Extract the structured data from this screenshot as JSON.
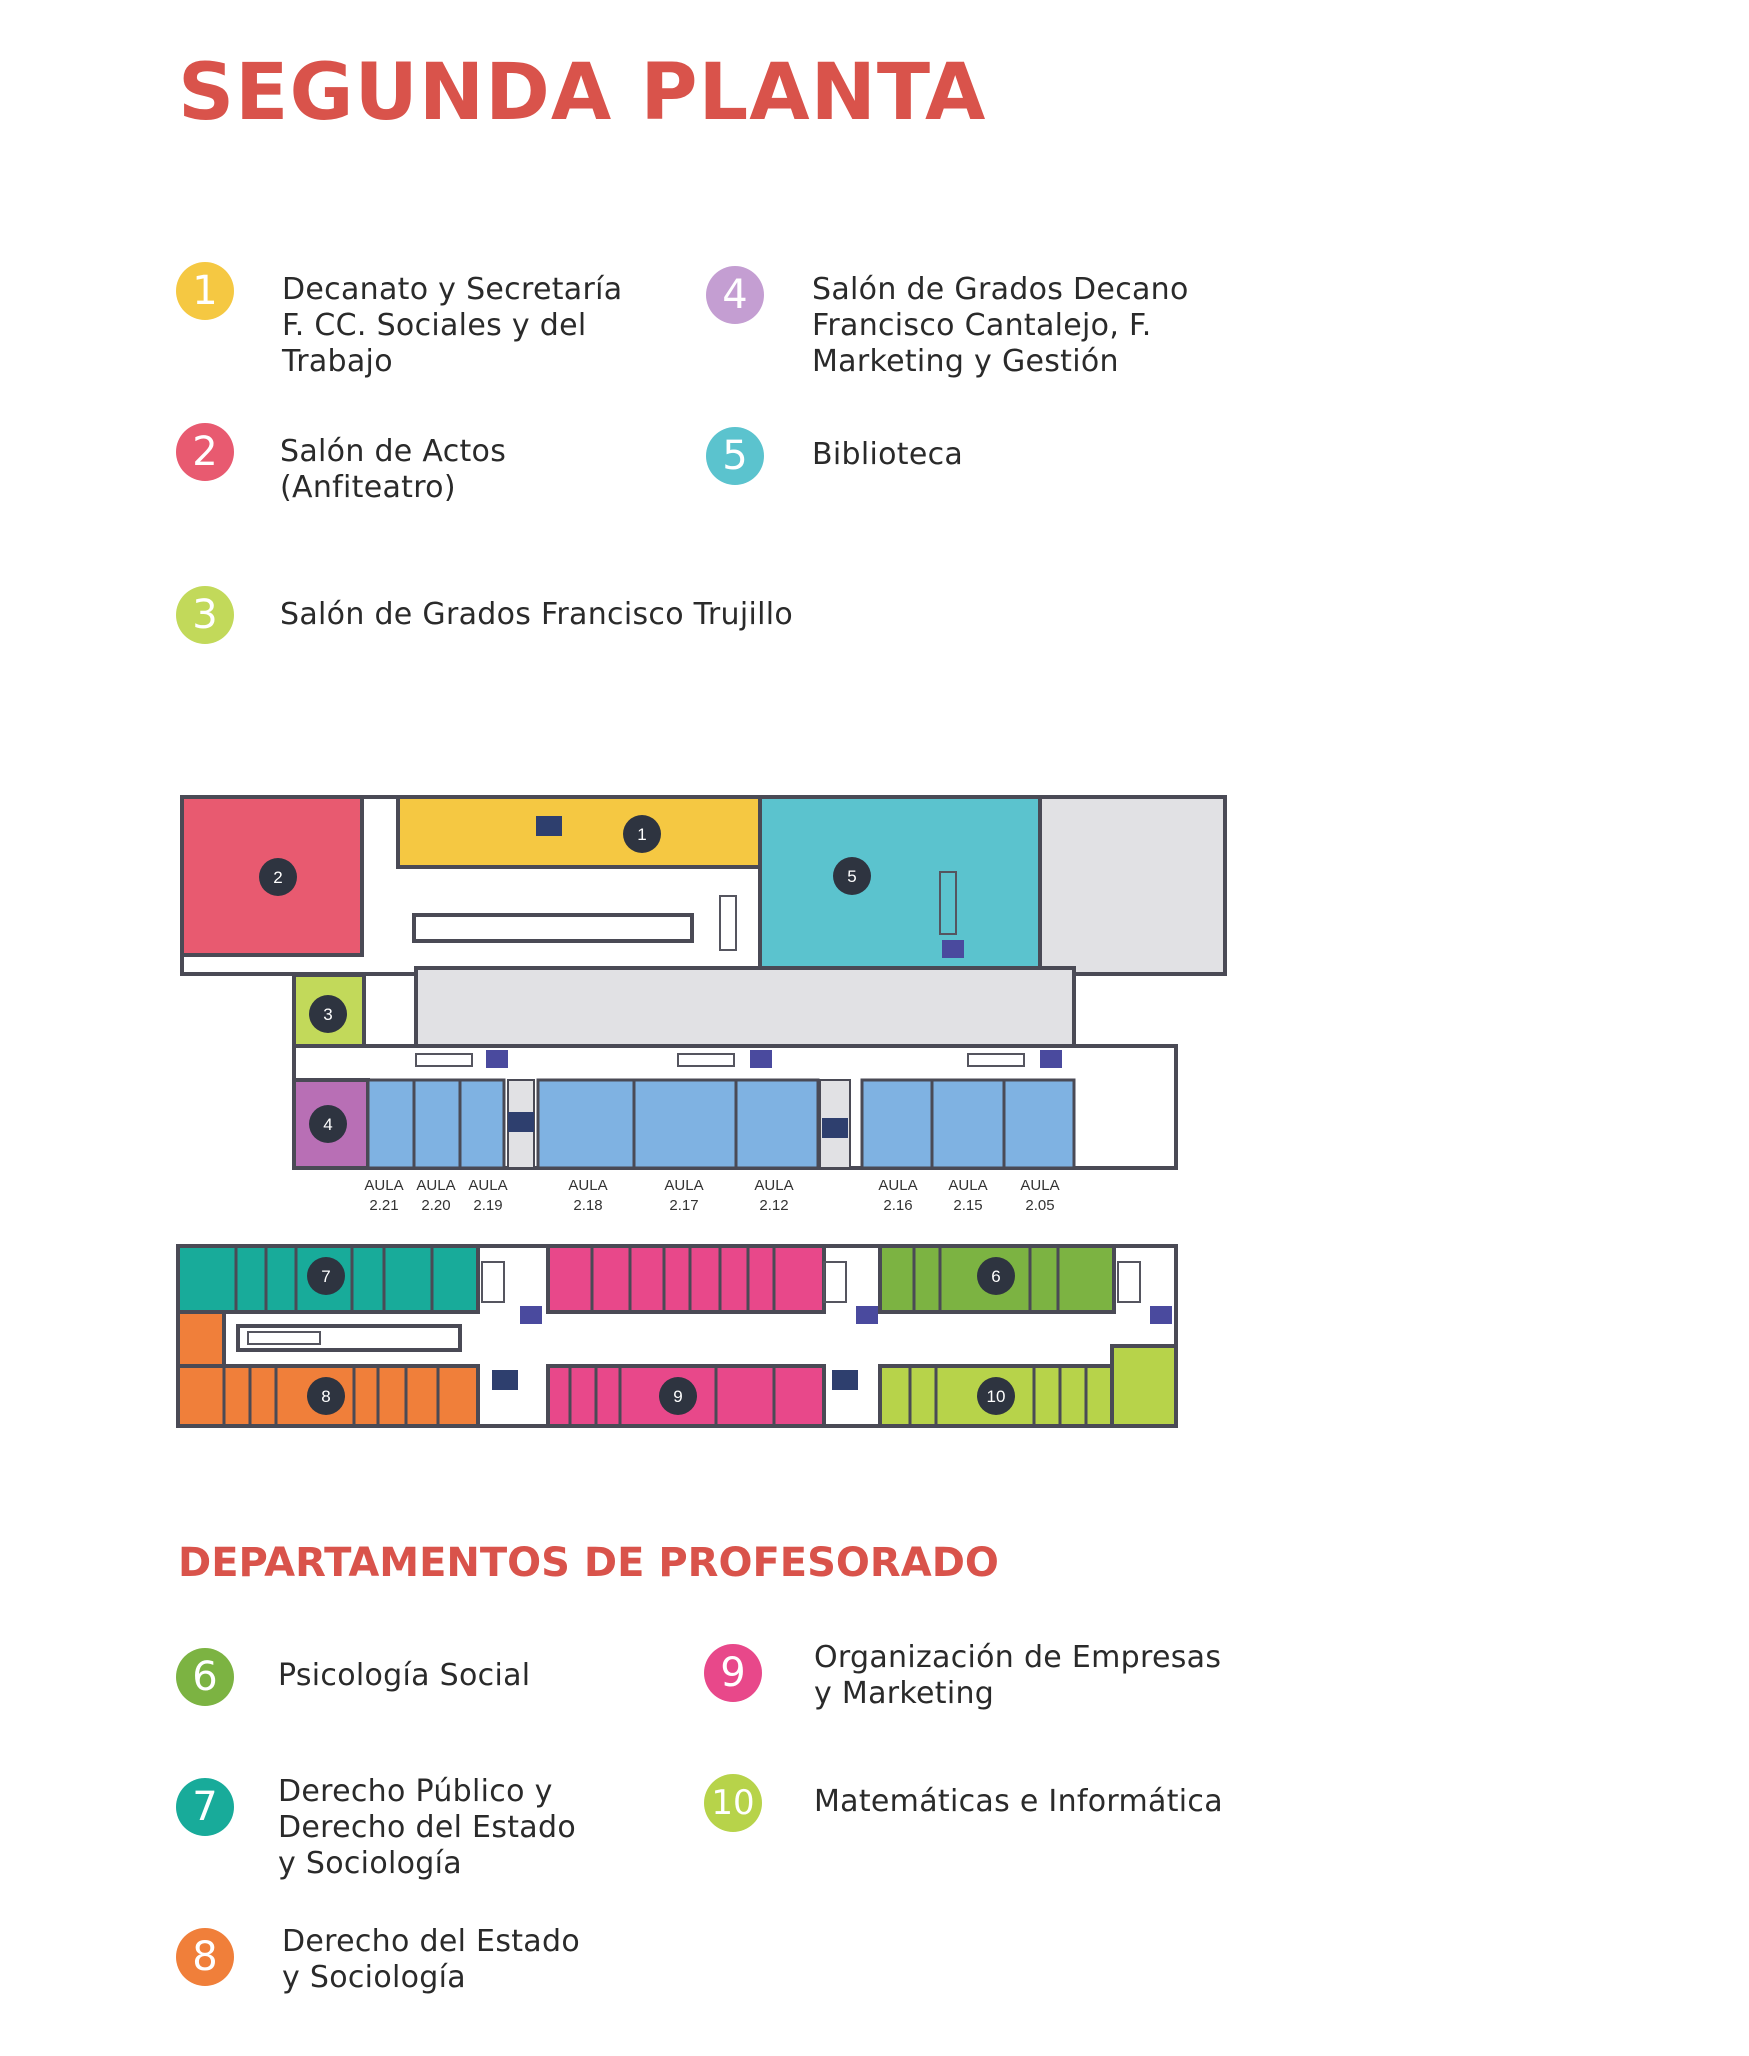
{
  "title": "SEGUNDA PLANTA",
  "subtitle": "DEPARTAMENTOS DE PROFESORADO",
  "colors": {
    "title": "#d9534b",
    "n1": "#f5c842",
    "n2": "#e85a70",
    "n3": "#c2d95a",
    "n4": "#c49ed2",
    "n5": "#5bc3ce",
    "n6": "#7cb342",
    "n7": "#18ab9a",
    "n8": "#f07f3a",
    "n9": "#e8488a",
    "n10": "#b7d34a",
    "aula": "#7fb2e2",
    "corridor": "#e1e1e4",
    "wall": "#4a4a55",
    "marker": "#2e3440",
    "service": "#4a4a9e"
  },
  "legend": [
    {
      "num": "1",
      "label": "Decanato y Secretaría\nF. CC. Sociales y del\nTrabajo"
    },
    {
      "num": "2",
      "label": "Salón de Actos\n(Anfiteatro)"
    },
    {
      "num": "3",
      "label": "Salón de Grados Francisco Trujillo"
    },
    {
      "num": "4",
      "label": "Salón de Grados Decano\nFrancisco Cantalejo, F.\nMarketing y Gestión"
    },
    {
      "num": "5",
      "label": "Biblioteca"
    }
  ],
  "departments": [
    {
      "num": "6",
      "label": "Psicología Social"
    },
    {
      "num": "7",
      "label": "Derecho Público y\nDerecho del Estado\ny Sociología"
    },
    {
      "num": "8",
      "label": "Derecho del Estado\ny Sociología"
    },
    {
      "num": "9",
      "label": "Organización de Empresas\ny Marketing"
    },
    {
      "num": "10",
      "label": "Matemáticas e Informática"
    }
  ],
  "aulas": [
    {
      "line1": "AULA",
      "line2": "2.21"
    },
    {
      "line1": "AULA",
      "line2": "2.20"
    },
    {
      "line1": "AULA",
      "line2": "2.19"
    },
    {
      "line1": "AULA",
      "line2": "2.18"
    },
    {
      "line1": "AULA",
      "line2": "2.17"
    },
    {
      "line1": "AULA",
      "line2": "2.12"
    },
    {
      "line1": "AULA",
      "line2": "2.16"
    },
    {
      "line1": "AULA",
      "line2": "2.15"
    },
    {
      "line1": "AULA",
      "line2": "2.05"
    }
  ],
  "markers": [
    "1",
    "2",
    "3",
    "4",
    "5",
    "6",
    "7",
    "8",
    "9",
    "10"
  ],
  "icons": {
    "restroom": "restroom-icon",
    "elevator": "elevator-icon",
    "stairs": "stairs-icon"
  }
}
